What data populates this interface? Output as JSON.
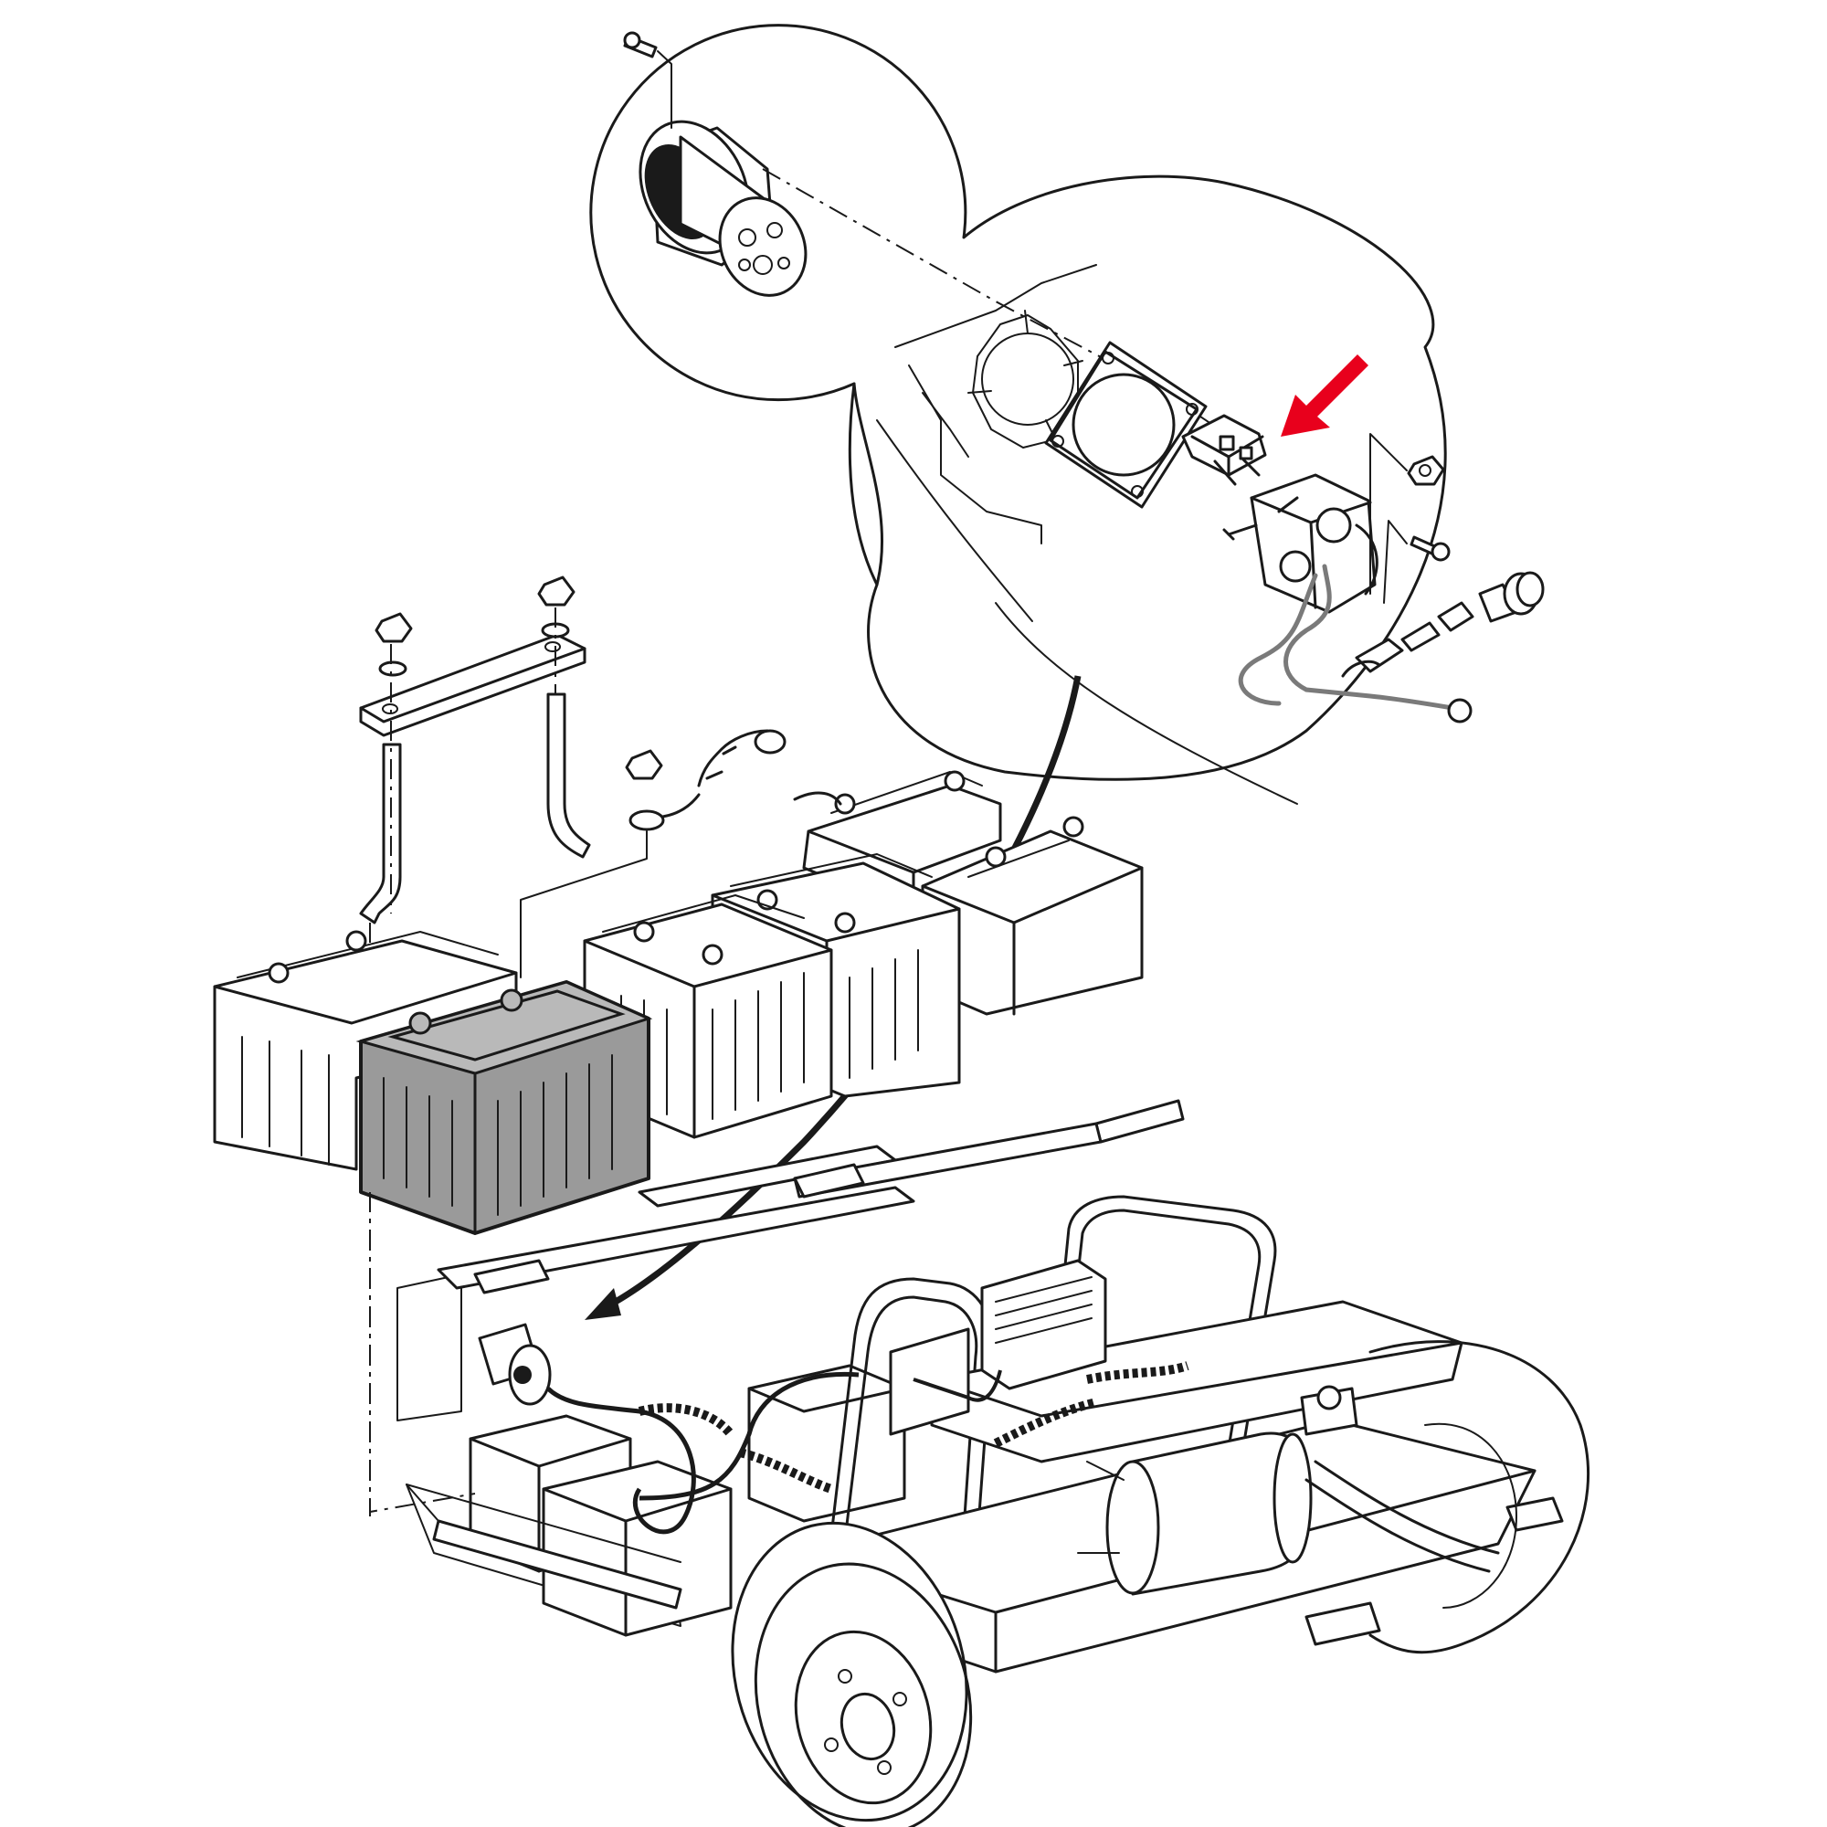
{
  "diagram": {
    "colors": {
      "line": "#1a1a1a",
      "highlight_battery": "#9a9a9a",
      "pointer_arrow": "#e8001c",
      "cable": "#7a7a7a",
      "background": "#ffffff"
    },
    "parts": [
      "charger-receptacle",
      "mounting-plate",
      "gasket",
      "fuse-link",
      "receptacle-assembly",
      "hold-down-bar",
      "hold-down-rods",
      "ground-strap",
      "batteries",
      "highlighted-battery",
      "vehicle-chassis"
    ],
    "pointer": {
      "color": "#e8001c",
      "points_to": "fuse-link"
    }
  }
}
